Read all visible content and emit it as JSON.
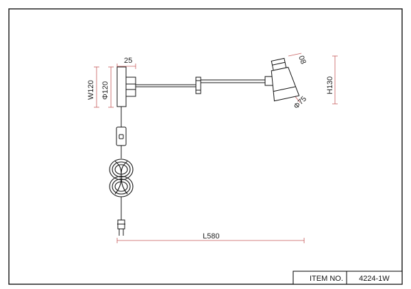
{
  "drawing": {
    "dimensions": {
      "depth": "25",
      "width": "W120",
      "base_diameter": "Φ120",
      "shade_top": "08",
      "shade_diameter": "Φ75",
      "height": "H130",
      "length": "L580"
    },
    "title_block": {
      "item_label": "ITEM NO.",
      "item_number": "4224-1W"
    }
  }
}
